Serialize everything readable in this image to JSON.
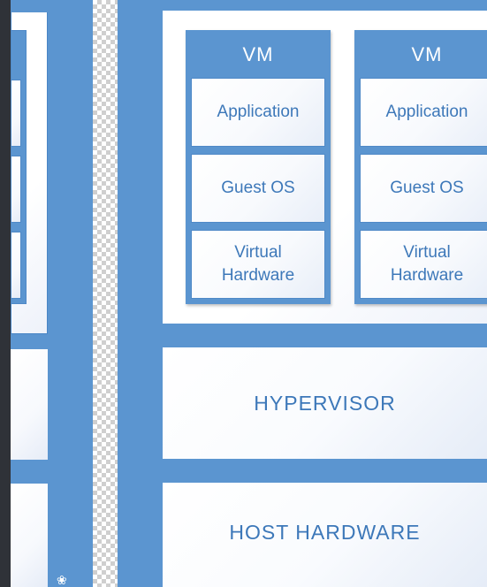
{
  "vms": [
    {
      "title": "VM",
      "layers": [
        "Application",
        "Guest OS",
        "Virtual\nHardware"
      ]
    },
    {
      "title": "VM",
      "layers": [
        "Application",
        "Guest OS",
        "Virtual\nHardware"
      ]
    }
  ],
  "hypervisor_label": "HYPERVISOR",
  "host_hardware_label": "HOST HARDWARE",
  "colors": {
    "accent": "#5b95d0",
    "text": "#3d78b9",
    "card": "#ffffff"
  }
}
